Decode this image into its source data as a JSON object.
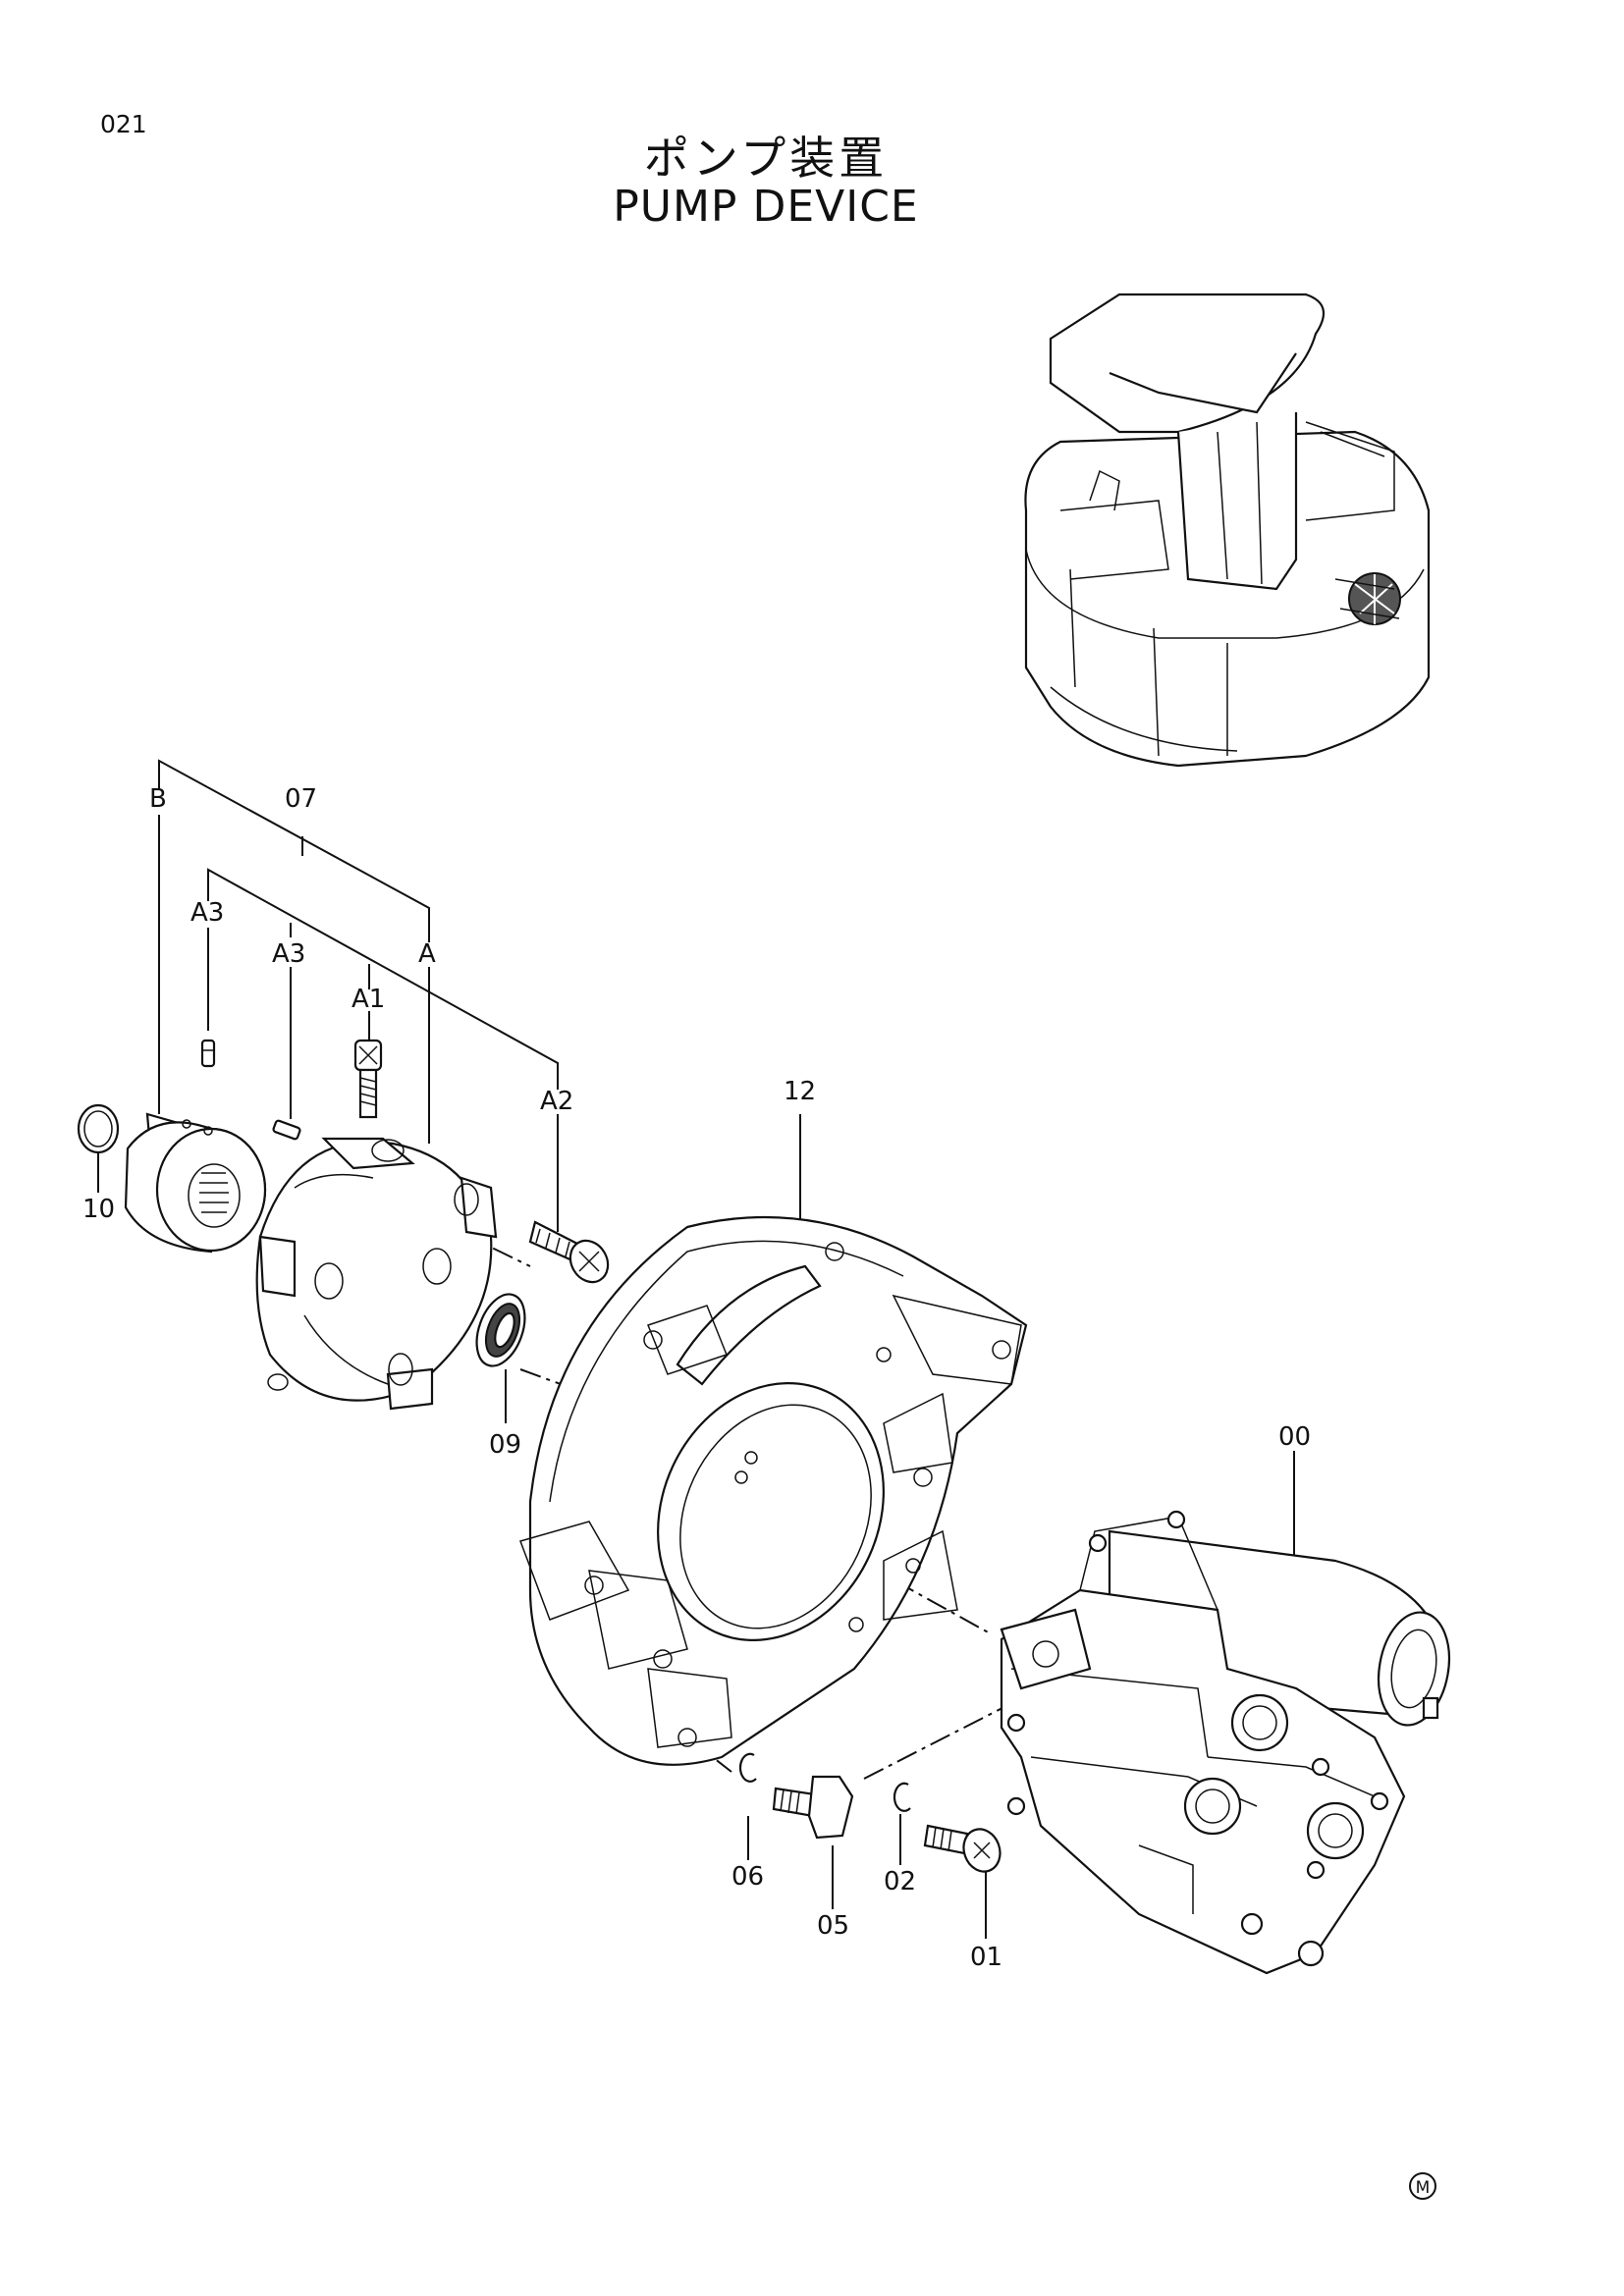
{
  "page": {
    "number": "021",
    "mark": "M"
  },
  "title": {
    "ja": "ポンプ装置",
    "en": "PUMP DEVICE"
  },
  "callouts": {
    "b": "B",
    "c07": "07",
    "a3_left": "A3",
    "a3_mid": "A3",
    "a": "A",
    "a1": "A1",
    "a2": "A2",
    "c10": "10",
    "c12": "12",
    "c09": "09",
    "c00": "00",
    "c06": "06",
    "c05": "05",
    "c02": "02",
    "c01": "01"
  }
}
